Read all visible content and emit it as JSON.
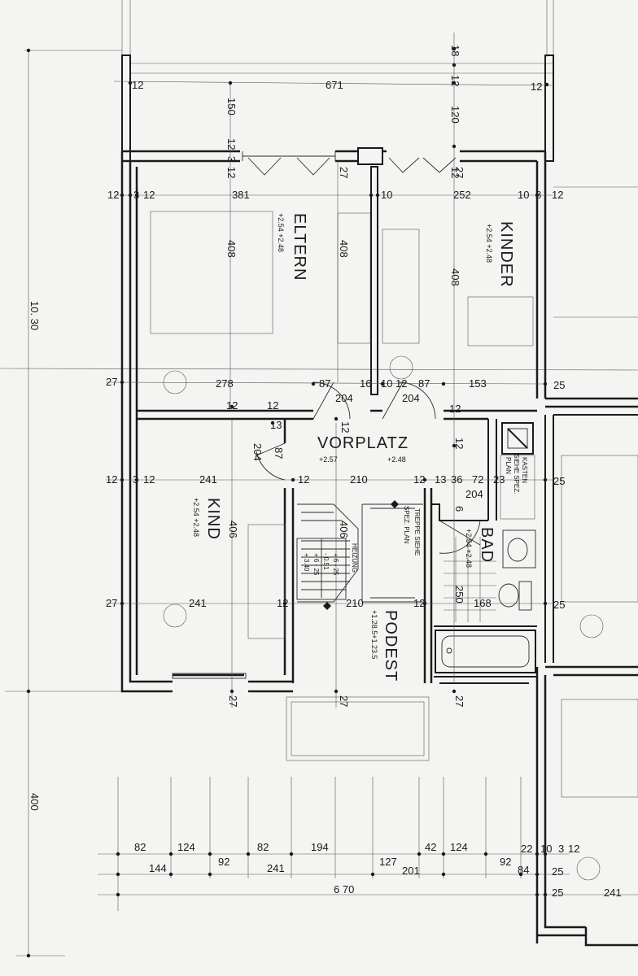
{
  "rooms": {
    "eltern": "ELTERN",
    "kinder": "KINDER",
    "vorplatz": "VORPLATZ",
    "kind": "KIND",
    "bad": "BAD",
    "podest": "PODEST"
  },
  "heights": {
    "eltern": "+2.54  +2.48",
    "kinder": "+2.54  +2.48",
    "vorplatz_a": "+2.57",
    "vorplatz_b": "+2.48",
    "kind": "+2.54 +2.48",
    "bad": "+2.54 +2.48",
    "podest": "+1.28.5+1.23.5"
  },
  "notes": {
    "treppe": "TREPPE SIEHE",
    "treppe2": "SPEZ. PLAN",
    "kasten": "KASTEN",
    "kasten2": "SIEHE SPEZ.",
    "kasten3": "PLAN",
    "heizung": "HEIZUNG",
    "h1": "+ 6 - 25",
    "h2": "- 0.51",
    "h3": "+ 6 - 25",
    "h4": "+ 3.40"
  },
  "dims": {
    "d18": "18",
    "d12a": "12",
    "d120": "120",
    "d12b": "12",
    "d671": "671",
    "d12c": "12",
    "d150": "150",
    "d12d": "12",
    "d3": "3",
    "d12e": "12",
    "d27a": "27",
    "d27b": "27",
    "d10a": "10",
    "d12f": "12",
    "d3b": "3",
    "d12g": "12",
    "d381": "381",
    "d252": "252",
    "d10b": "10",
    "d8": "8",
    "d12h": "12",
    "d408a": "408",
    "d408b": "408",
    "d408c": "408",
    "d1030": "10. 30",
    "d27c": "27",
    "d278": "278",
    "d87a": "87",
    "d16": "16",
    "d10c": "10",
    "d12i": "12",
    "d87b": "87",
    "d153": "153",
    "d25a": "25",
    "d204a": "204",
    "d204b": "204",
    "d204c": "204",
    "d204d": "204",
    "d12j": "12",
    "d12k": "12",
    "d12l": "12",
    "d13a": "13",
    "d12m": "12",
    "d12n": "12",
    "d87c": "87",
    "d12o": "12",
    "d3c": "3",
    "d12p": "12",
    "d241a": "241",
    "d12q": "12",
    "d210a": "210",
    "d12r": "12",
    "d13b": "13",
    "d36": "36",
    "d72": "72",
    "d23": "23",
    "d25b": "25",
    "d406a": "406",
    "d406b": "406",
    "d6": "6",
    "d27d": "27",
    "d241b": "241",
    "d12s": "12",
    "d210b": "210",
    "d12t": "12",
    "d250": "250",
    "d168": "168",
    "d25c": "25",
    "d27e": "27",
    "d27f": "27",
    "d27g": "27",
    "d400": "400",
    "d82a": "82",
    "d124a": "124",
    "d82b": "82",
    "d194": "194",
    "d42": "42",
    "d124b": "124",
    "d22": "22",
    "d10d": "10",
    "d3d": "3",
    "d12u": "12",
    "d144": "144",
    "d92a": "92",
    "d241c": "241",
    "d127": "127",
    "d201": "201",
    "d92b": "92",
    "d84": "84",
    "d25d": "25",
    "d670": "6 70",
    "d25e": "25",
    "d241d": "241"
  }
}
